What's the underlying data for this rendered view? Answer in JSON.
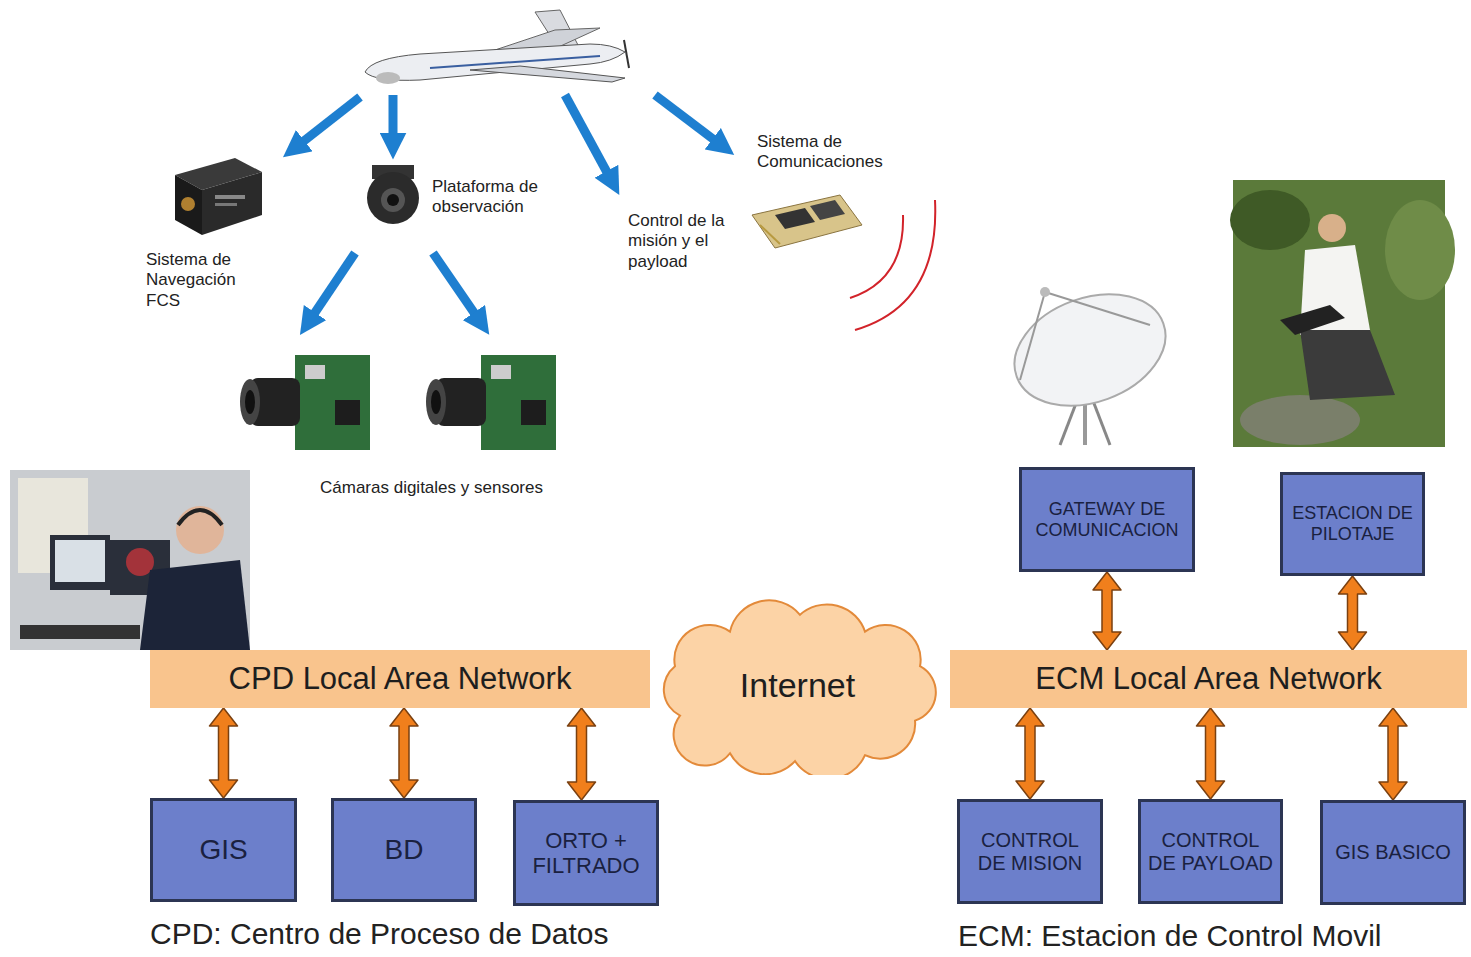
{
  "diagram": {
    "nodes": [
      {
        "text": [
          "GATEWAY DE COMUNICACION"
        ]
      },
      {
        "text": [
          "ESTACION DE PILOTAJE"
        ]
      },
      {
        "text": [
          "CPD Local Area Network"
        ]
      },
      {
        "text": [
          "Internet"
        ]
      },
      {
        "text": [
          "ECM Local Area Network"
        ]
      },
      {
        "text": [
          "GIS"
        ]
      },
      {
        "text": [
          "BD"
        ]
      },
      {
        "text": [
          "ORTO + FILTRADO"
        ]
      },
      {
        "text": [
          "CONTROL DE MISION"
        ]
      },
      {
        "text": [
          "CONTROL DE PAYLOAD"
        ]
      },
      {
        "text": [
          "GIS BASICO"
        ]
      }
    ],
    "edges": [
      {
        "from": 0,
        "to": 4,
        "arrow": "both"
      },
      {
        "from": 1,
        "to": 4,
        "arrow": "both"
      },
      {
        "from": 2,
        "to": 5,
        "arrow": "both"
      },
      {
        "from": 2,
        "to": 6,
        "arrow": "both"
      },
      {
        "from": 2,
        "to": 7,
        "arrow": "both"
      },
      {
        "from": 4,
        "to": 8,
        "arrow": "both"
      },
      {
        "from": 4,
        "to": 9,
        "arrow": "both"
      },
      {
        "from": 4,
        "to": 10,
        "arrow": "both"
      }
    ],
    "labels": [
      "Sistema de Comunicaciones",
      "Plataforma de observación",
      "Control de la misión y el payload",
      "Sistema de Navegación FCS",
      "Cámaras digitales y sensores",
      "CPD: Centro de Proceso de Datos",
      "ECM: Estacion de Control Movil"
    ]
  }
}
